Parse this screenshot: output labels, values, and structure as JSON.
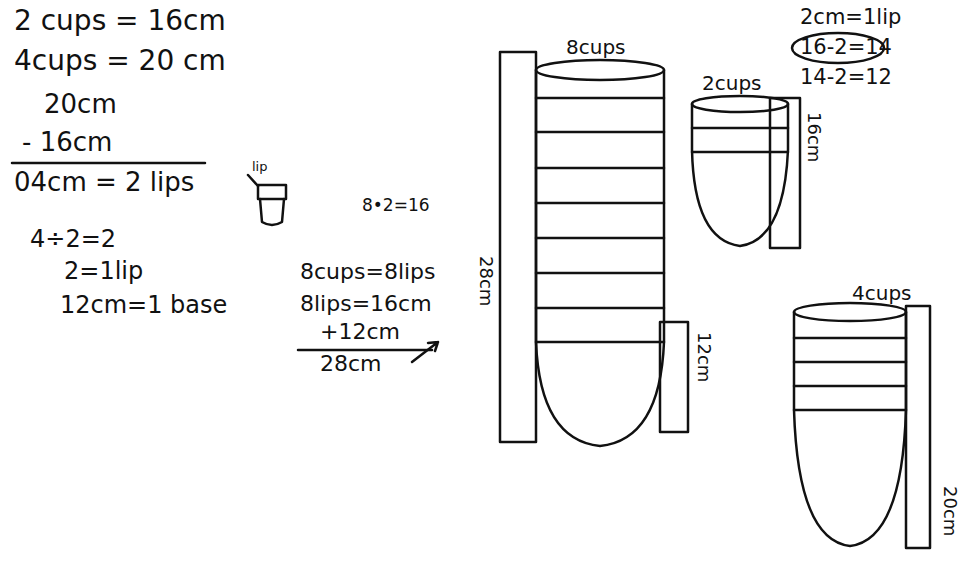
{
  "diagram": {
    "labels": [
      "2 cups = 16cm",
      "4cups = 20 cm",
      "20cm",
      "- 16cm",
      "04cm = 2 lips",
      "lip",
      "4÷2=2",
      "2=1lip",
      "12cm=1 base",
      "8cups=8lips",
      "8lips=16cm",
      "+12cm",
      "28cm",
      "8•2=16",
      "28cm",
      "8cups",
      "2cups",
      "16cm",
      "12cm",
      "4cups",
      "20cm",
      "2cm=1lip",
      "16-2=14",
      "14-2=12"
    ]
  }
}
